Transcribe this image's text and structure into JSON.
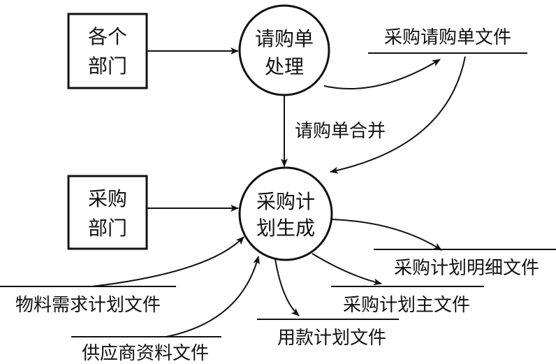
{
  "entities": {
    "departments": {
      "line1": "各个",
      "line2": "部门"
    },
    "purchasing_dept": {
      "line1": "采购",
      "line2": "部门"
    }
  },
  "processes": {
    "requisition": {
      "line1": "请购单",
      "line2": "处理"
    },
    "plan": {
      "line1": "采购计",
      "line2": "划生成"
    }
  },
  "stores": {
    "requisition_file": "采购请购单文件",
    "plan_detail_file": "采购计划明细文件",
    "plan_master_file": "采购计划主文件",
    "payment_plan_file": "用款计划文件",
    "material_requirement_file": "物料需求计划文件",
    "supplier_file": "供应商资料文件"
  },
  "flows": {
    "merge": "请购单合并"
  }
}
